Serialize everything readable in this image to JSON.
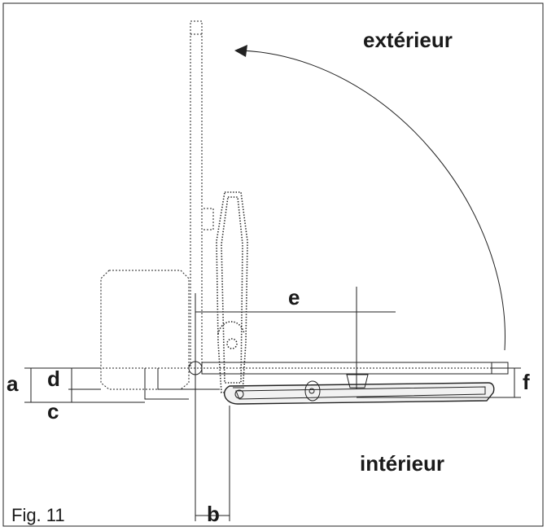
{
  "labels": {
    "outside": "extérieur",
    "inside": "intérieur",
    "figure": "Fig. 11",
    "dim_a": "a",
    "dim_b": "b",
    "dim_c": "c",
    "dim_d": "d",
    "dim_e": "e",
    "dim_f": "f"
  },
  "colors": {
    "line": "#222222",
    "arm_fill": "#e8e8e8",
    "background": "#ffffff"
  }
}
